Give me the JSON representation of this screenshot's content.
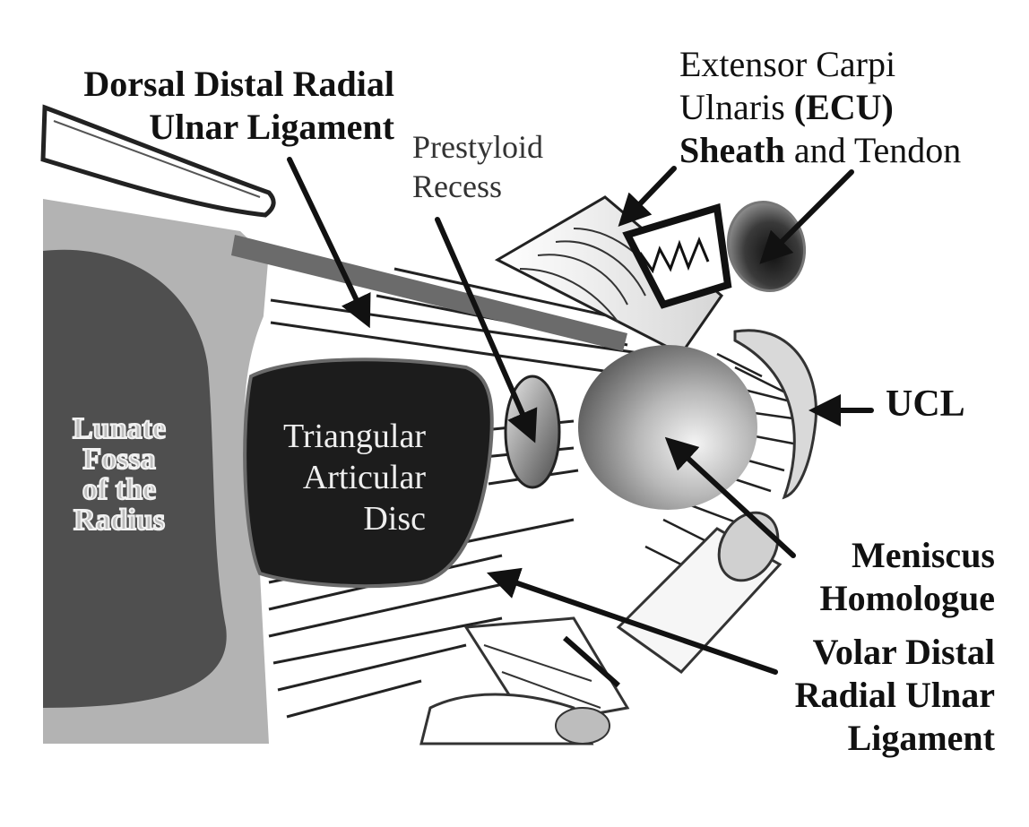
{
  "labels": {
    "dorsal": [
      "Dorsal Distal Radial",
      "Ulnar Ligament"
    ],
    "ecu": {
      "line1": "Extensor Carpi",
      "line2_a": "Ulnaris ",
      "line2_b": "(ECU)",
      "line3_a": "Sheath",
      "line3_b": " and Tendon"
    },
    "prestyloid": [
      "Prestyloid",
      "Recess"
    ],
    "ucl": "UCL",
    "lunate": [
      "Lunate",
      "Fossa",
      "of the",
      "Radius"
    ],
    "tad": [
      "Triangular",
      "Articular",
      "Disc"
    ],
    "meniscus": [
      "Meniscus",
      "Homologue"
    ],
    "volar": [
      "Volar Distal",
      "Radial Ulnar",
      "Ligament"
    ]
  },
  "colors": {
    "ink": "#111111",
    "radius_bone": "#b3b3b3",
    "lunate_fossa": "#505050",
    "disc": "#1f1f1f",
    "meniscus": "#8a8a8a",
    "ligament_fill": "#ffffff"
  }
}
